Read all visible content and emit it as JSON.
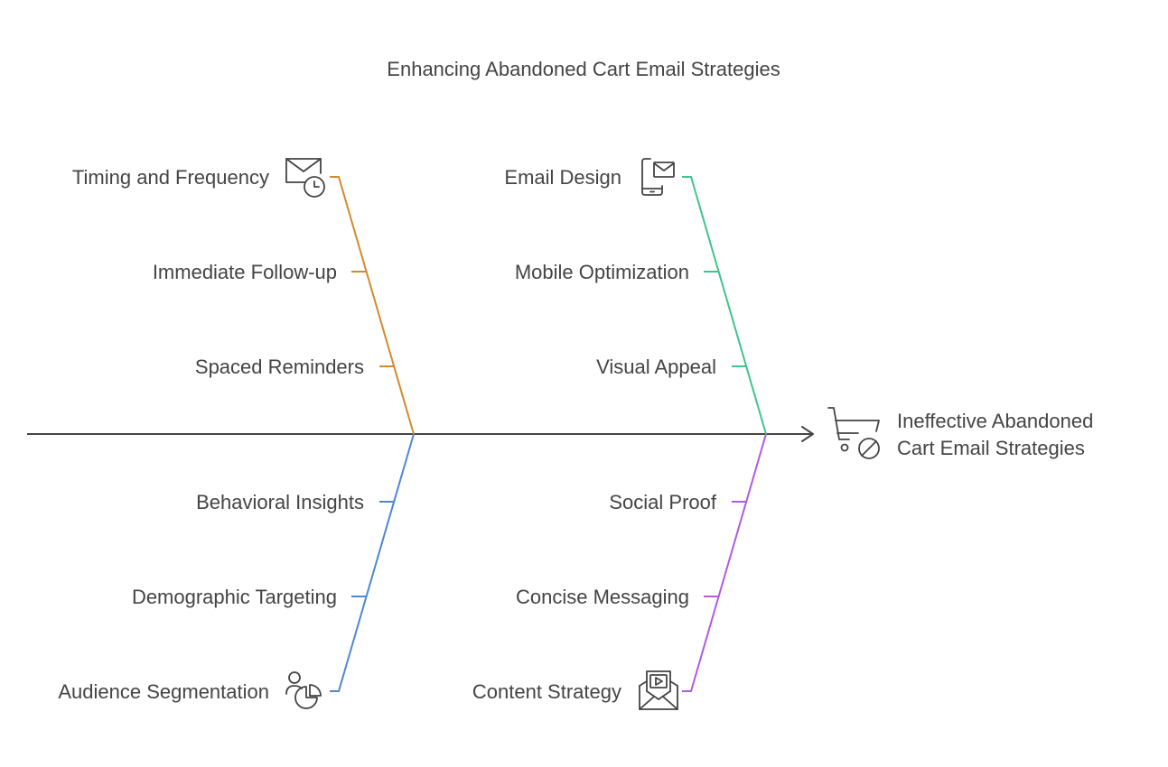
{
  "title": "Enhancing Abandoned Cart Email Strategies",
  "effect": {
    "line1": "Ineffective Abandoned",
    "line2": "Cart Email Strategies",
    "icon": "cart-blocked-icon"
  },
  "spine_color": "#444444",
  "categories": [
    {
      "label": "Timing and Frequency",
      "icon": "mail-clock-icon",
      "color": "#d4892f",
      "causes": [
        "Immediate Follow-up",
        "Spaced Reminders"
      ]
    },
    {
      "label": "Email Design",
      "icon": "mobile-mail-icon",
      "color": "#3fc48c",
      "causes": [
        "Mobile Optimization",
        "Visual Appeal"
      ]
    },
    {
      "label": "Audience Segmentation",
      "icon": "audience-pie-icon",
      "color": "#4f86d4",
      "causes": [
        "Behavioral Insights",
        "Demographic Targeting"
      ]
    },
    {
      "label": "Content Strategy",
      "icon": "mail-video-icon",
      "color": "#b05be0",
      "causes": [
        "Social Proof",
        "Concise Messaging"
      ]
    }
  ]
}
